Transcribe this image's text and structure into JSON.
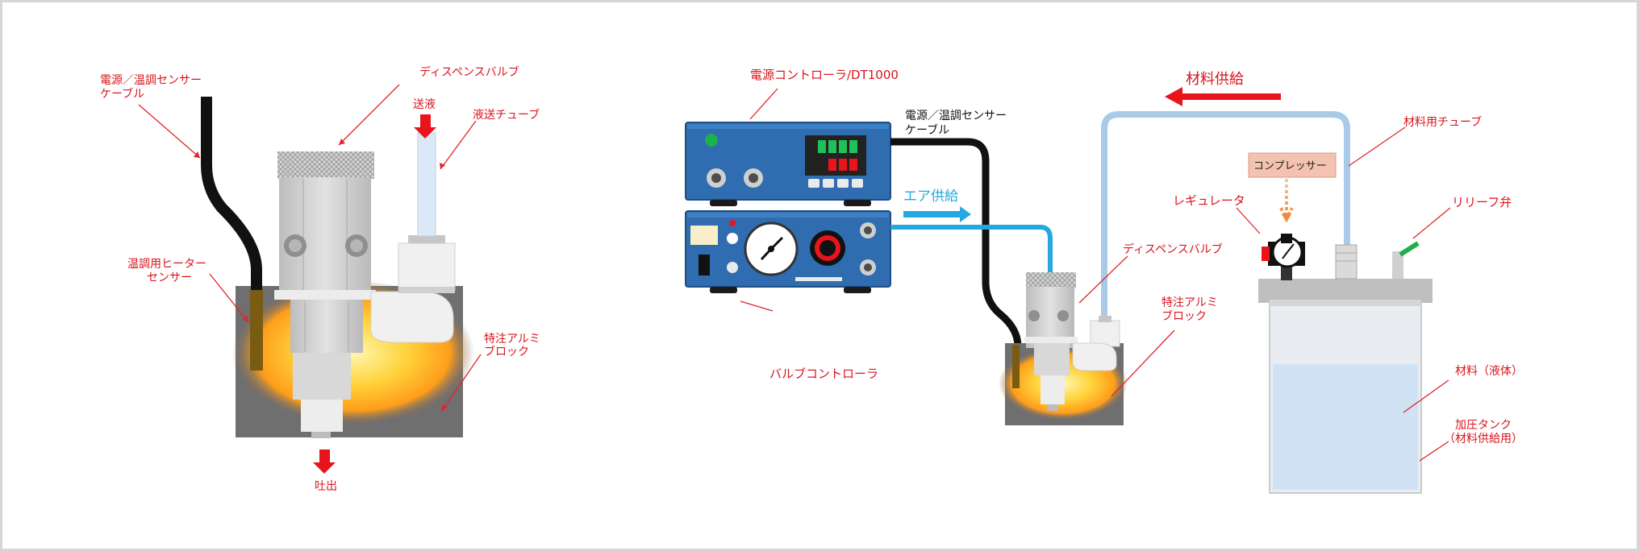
{
  "left": {
    "cable_label_1": "電源／温調センサー",
    "cable_label_2": "ケーブル",
    "valve_label": "ディスペンスバルブ",
    "feed_label": "送液",
    "tube_label": "液送チューブ",
    "heater_label_1": "温調用ヒーター",
    "heater_label_2": "センサー",
    "block_label_1": "特注アルミ",
    "block_label_2": "ブロック",
    "discharge_label": "吐出"
  },
  "right": {
    "power_controller_label": "電源コントローラ/DT1000",
    "cable_label_1": "電源／温調センサー",
    "cable_label_2": "ケーブル",
    "air_supply_label": "エア供給",
    "valve_controller_label": "バルブコントローラ",
    "material_supply_label": "材料供給",
    "material_tube_label": "材料用チューブ",
    "compressor_label": "コンプレッサー",
    "regulator_label": "レギュレータ",
    "relief_valve_label": "リリーフ弁",
    "valve_label": "ディスペンスバルブ",
    "block_label_1": "特注アルミ",
    "block_label_2": "ブロック",
    "material_label": "材料（液体）",
    "tank_label_1": "加圧タンク",
    "tank_label_2": "（材料供給用）"
  },
  "colors": {
    "label_red": "#d9141b",
    "arrow_red": "#e8141c",
    "air_blue": "#23a8e0",
    "material_tube": "#a9cbe7",
    "controller_blue": "#2f6db0",
    "block_gray": "#6f6f6f"
  }
}
